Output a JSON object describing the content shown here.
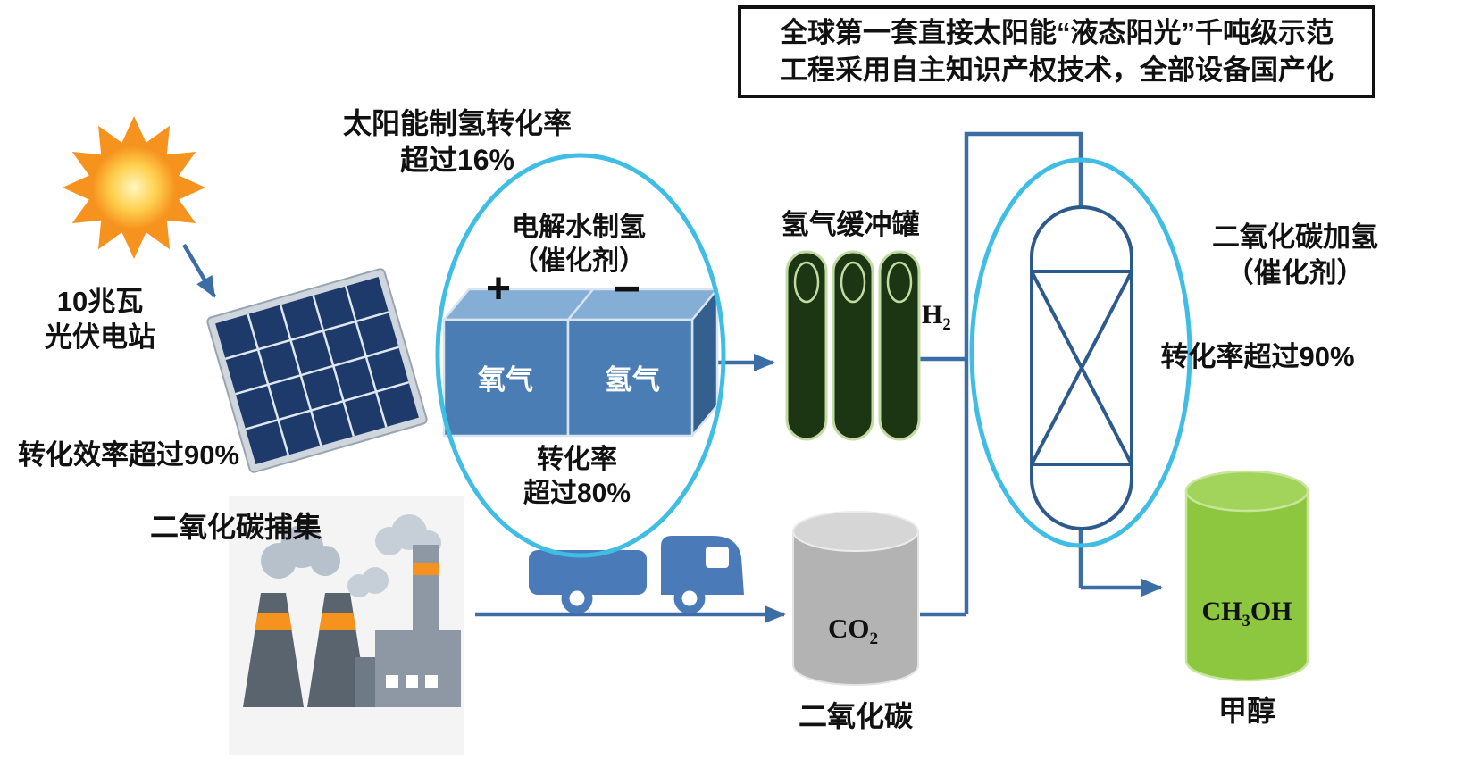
{
  "banner": {
    "line1": "全球第一套直接太阳能“液态阳光”千吨级示范",
    "line2": "工程采用自主知识产权技术，全部设备国产化"
  },
  "solar": {
    "rate_title": "太阳能制氢转化率\n超过16%",
    "station": "10兆瓦\n光伏电站",
    "efficiency": "转化效率超过90%"
  },
  "electrolyzer": {
    "header": "电解水制氢\n（催化剂）",
    "plus": "+",
    "minus": "−",
    "oxygen": "氧气",
    "hydrogen": "氢气",
    "rate": "转化率\n超过80%"
  },
  "buffer": {
    "title": "氢气缓冲罐",
    "h2_base": "H",
    "h2_sub": "2"
  },
  "reactor": {
    "title": "二氧化碳加氢\n（催化剂）",
    "rate": "转化率超过90%"
  },
  "co2": {
    "capture": "二氧化碳捕集",
    "formula_base": "CO",
    "formula_sub": "2",
    "name": "二氧化碳"
  },
  "methanol": {
    "formula_p1": "CH",
    "formula_sub": "3",
    "formula_p2": "OH",
    "name": "甲醇"
  },
  "icons": [
    "sun-icon",
    "solar-panel-icon",
    "electrolyzer-icon",
    "hydrogen-buffer-tanks-icon",
    "reactor-icon",
    "co2-tank-icon",
    "methanol-tank-icon",
    "factory-icon",
    "truck-icon",
    "flow-arrow-icon",
    "highlight-ellipse"
  ],
  "colors": {
    "highlight_ellipse": "#3fbde4",
    "pipe": "#3c6ea5",
    "electrolyzer_front": "#4a7db3",
    "electrolyzer_top": "#85aed6",
    "buffer_tank": "#1c3512",
    "buffer_tank_outline": "#c2dba4",
    "co2_tank": "#b3b3b3",
    "methanol_tank": "#8dc63f",
    "sun": "#f6921e",
    "panel": "#1d3a6b",
    "factory_dark": "#59646f",
    "factory_light": "#8d98a4",
    "factory_stripe": "#f6921e",
    "truck": "#4a7ab8",
    "text": "#111111"
  }
}
